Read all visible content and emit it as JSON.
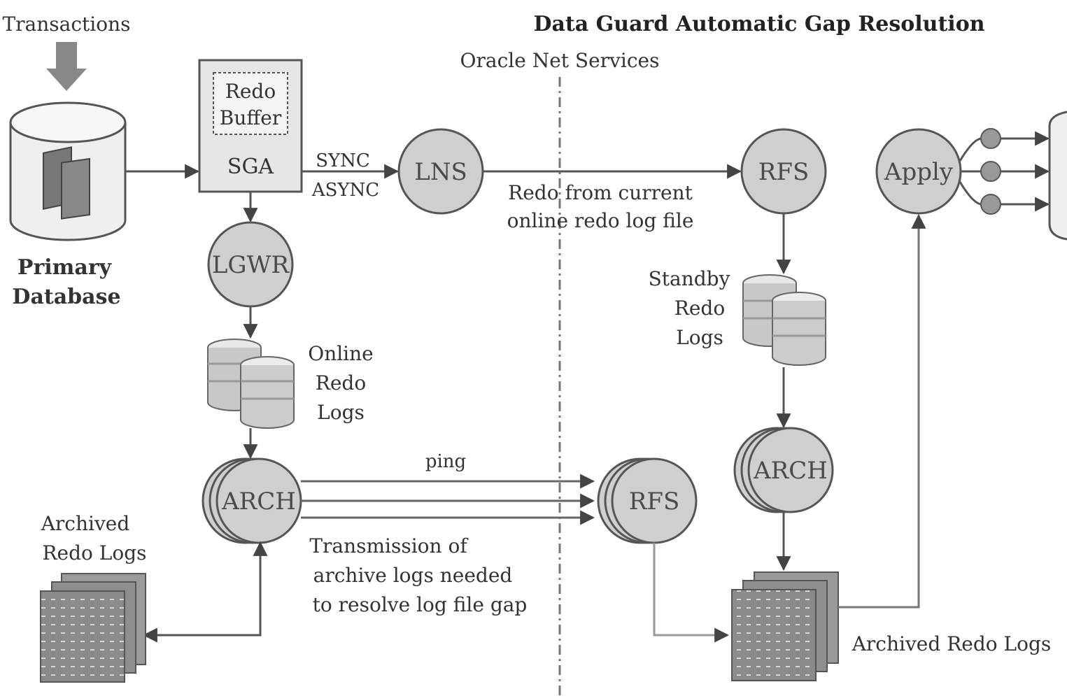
{
  "title": "Data Guard Automatic Gap Resolution",
  "net_services": "Oracle Net Services",
  "transactions": "Transactions",
  "primary_db": [
    "Primary",
    "Database"
  ],
  "redo_buffer": [
    "Redo",
    "Buffer"
  ],
  "sga": "SGA",
  "sync": "SYNC",
  "async": "ASYNC",
  "lns": "LNS",
  "rfs_top": "RFS",
  "redo_current": [
    "Redo from current",
    "online redo log file"
  ],
  "apply": "Apply",
  "lgwr": "LGWR",
  "online_redo": [
    "Online",
    "Redo",
    "Logs"
  ],
  "standby_redo": [
    "Standby",
    "Redo",
    "Logs"
  ],
  "arch_primary": "ARCH",
  "ping": "ping",
  "rfs_gap": "RFS",
  "arch_standby": "ARCH",
  "transmission": [
    "Transmission of",
    "archive logs needed",
    "to resolve log file gap"
  ],
  "archived_primary": [
    "Archived",
    "Redo Logs"
  ],
  "archived_standby": "Archived Redo Logs",
  "colors": {
    "node_fill": "#cfcfcf",
    "line": "#555555",
    "doc_fill": "#8c8c8c",
    "dashed": "#777777"
  }
}
